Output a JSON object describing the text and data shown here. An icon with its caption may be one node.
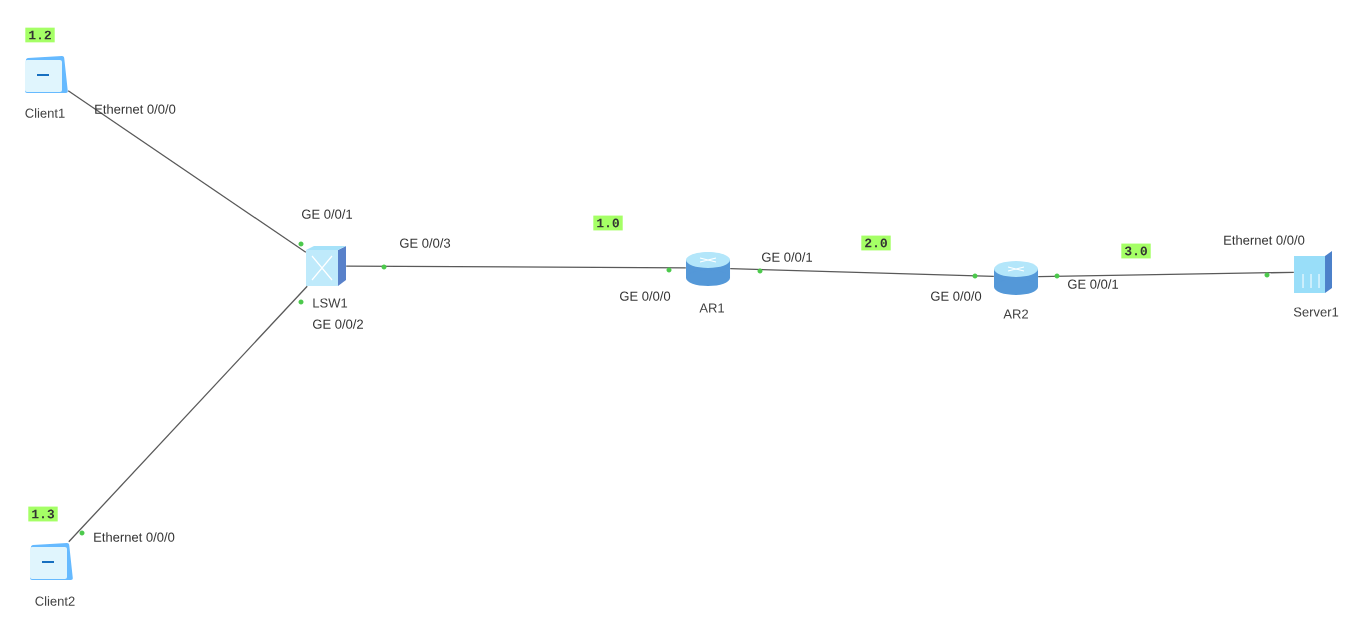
{
  "diagram": {
    "nodes": [
      {
        "text": [
          "1.2"
        ]
      },
      {
        "text": [
          "Client1"
        ]
      },
      {
        "text": [
          "LSW1"
        ]
      },
      {
        "text": [
          "1.0"
        ]
      },
      {
        "text": [
          "AR1"
        ]
      },
      {
        "text": [
          "2.0"
        ]
      },
      {
        "text": [
          "AR2"
        ]
      },
      {
        "text": [
          "3.0"
        ]
      },
      {
        "text": [
          "Server1"
        ]
      },
      {
        "text": [
          "1.3"
        ]
      },
      {
        "text": [
          "Client2"
        ]
      }
    ],
    "edges": [
      {
        "from": 1,
        "to": 2,
        "arrow": "none"
      },
      {
        "from": 10,
        "to": 2,
        "arrow": "none"
      },
      {
        "from": 2,
        "to": 4,
        "arrow": "none"
      },
      {
        "from": 4,
        "to": 6,
        "arrow": "none"
      },
      {
        "from": 6,
        "to": 8,
        "arrow": "none"
      }
    ],
    "labels": [
      "Ethernet 0/0/0",
      "GE 0/0/1",
      "GE 0/0/3",
      "GE 0/0/2",
      "GE 0/0/0",
      "GE 0/0/1",
      "GE 0/0/0",
      "GE 0/0/1",
      "Ethernet 0/0/0",
      "Ethernet 0/0/0"
    ]
  }
}
